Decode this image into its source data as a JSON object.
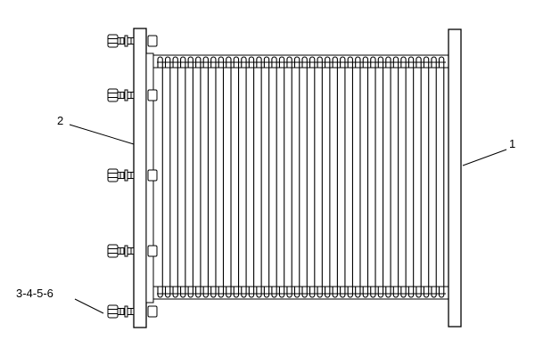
{
  "diagram": {
    "callouts": {
      "bellows": "1",
      "flange": "2",
      "fasteners": "3-4-5-6"
    },
    "bellows": {
      "convolution_count": 38
    },
    "fasteners": {
      "bolt_count": 5
    },
    "colors": {
      "line": "#000000",
      "background": "#ffffff"
    }
  }
}
